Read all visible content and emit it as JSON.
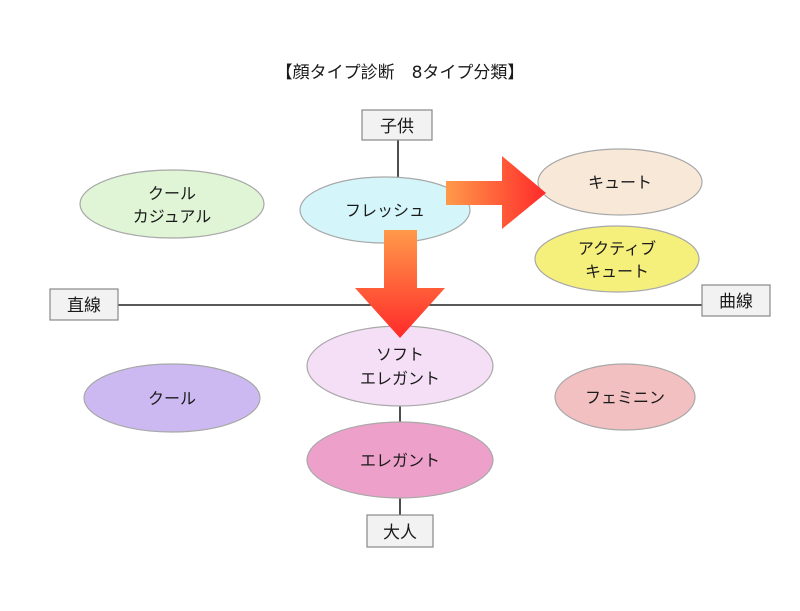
{
  "title": "【顔タイプ診断　8タイプ分類】",
  "axes": {
    "top_label": "子供",
    "bottom_label": "大人",
    "left_label": "直線",
    "right_label": "曲線"
  },
  "types": [
    {
      "id": "cool-casual",
      "lines": [
        "クール",
        "カジュアル"
      ],
      "color": "#dff5d6"
    },
    {
      "id": "fresh",
      "lines": [
        "フレッシュ"
      ],
      "color": "#d4f6fa"
    },
    {
      "id": "cute",
      "lines": [
        "キュート"
      ],
      "color": "#f8e8d8"
    },
    {
      "id": "active-cute",
      "lines": [
        "アクティブ",
        "キュート"
      ],
      "color": "#f5f07c"
    },
    {
      "id": "soft-elegant",
      "lines": [
        "ソフト",
        "エレガント"
      ],
      "color": "#f5dff6"
    },
    {
      "id": "cool",
      "lines": [
        "クール"
      ],
      "color": "#ccb9f1"
    },
    {
      "id": "elegant",
      "lines": [
        "エレガント"
      ],
      "color": "#eda0c9"
    },
    {
      "id": "feminine",
      "lines": [
        "フェミニン"
      ],
      "color": "#f2c0c1"
    }
  ],
  "arrows": [
    {
      "id": "fresh-to-cute",
      "from": "fresh",
      "to": "cute",
      "direction": "right"
    },
    {
      "id": "fresh-to-soft-elegant",
      "from": "fresh",
      "to": "soft-elegant",
      "direction": "down"
    }
  ],
  "arrow_colors": {
    "start": "#ff9a4a",
    "end": "#ff2a2a"
  }
}
